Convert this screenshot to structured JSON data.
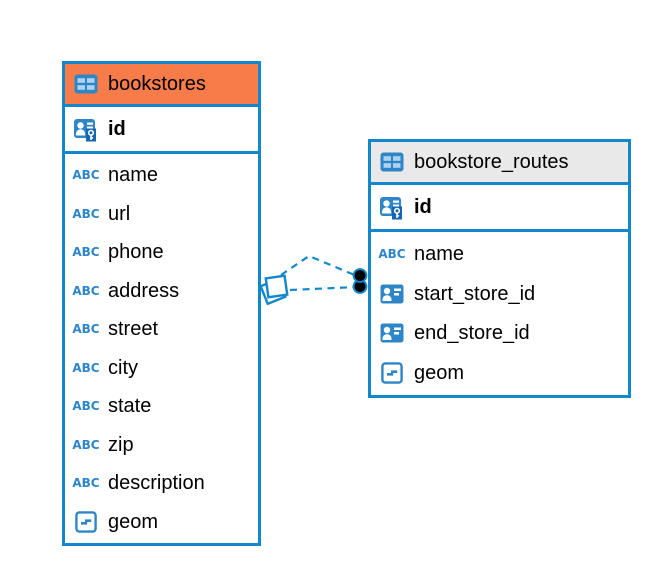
{
  "colors": {
    "accent": "#1287C9",
    "icon_blue": "#2E86C8",
    "icon_blue_light": "#AFD2EE",
    "key_overlay_blue": "#1566B0",
    "bookstores_header_bg": "#F87C4A",
    "routes_header_bg": "#E9E9E9",
    "connector_dot": "#000000",
    "text": "#000000"
  },
  "icons": {
    "text_label": "ABC"
  },
  "tables": [
    {
      "title": "bookstores",
      "primary_key": {
        "label": "id",
        "type": "primary-key"
      },
      "columns": [
        {
          "label": "name",
          "type": "text"
        },
        {
          "label": "url",
          "type": "text"
        },
        {
          "label": "phone",
          "type": "text"
        },
        {
          "label": "address",
          "type": "text"
        },
        {
          "label": "street",
          "type": "text"
        },
        {
          "label": "city",
          "type": "text"
        },
        {
          "label": "state",
          "type": "text"
        },
        {
          "label": "zip",
          "type": "text"
        },
        {
          "label": "description",
          "type": "text"
        },
        {
          "label": "geom",
          "type": "geometry"
        }
      ]
    },
    {
      "title": "bookstore_routes",
      "primary_key": {
        "label": "id",
        "type": "primary-key"
      },
      "columns": [
        {
          "label": "name",
          "type": "text"
        },
        {
          "label": "start_store_id",
          "type": "reference"
        },
        {
          "label": "end_store_id",
          "type": "reference"
        },
        {
          "label": "geom",
          "type": "geometry"
        }
      ]
    }
  ],
  "relationships": [
    {
      "from": "bookstore_routes.start_store_id",
      "to": "bookstores.id",
      "style": "dashed"
    },
    {
      "from": "bookstore_routes.end_store_id",
      "to": "bookstores.id",
      "style": "dashed"
    }
  ]
}
